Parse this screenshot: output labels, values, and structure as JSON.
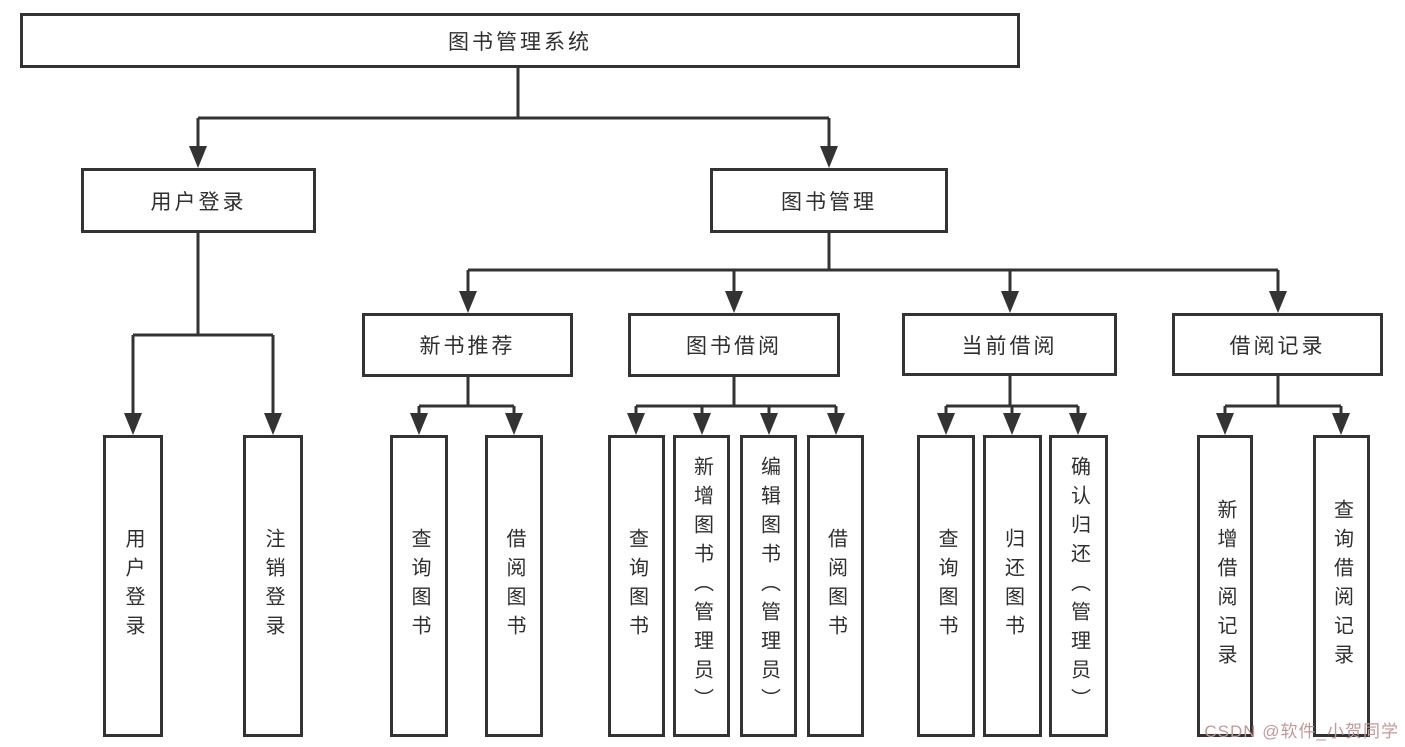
{
  "diagram": {
    "root": "图书管理系统",
    "level1": {
      "user_login": "用户登录",
      "book_mgmt": "图书管理"
    },
    "level2": {
      "new_books": "新书推荐",
      "book_borrow": "图书借阅",
      "current_borrow": "当前借阅",
      "borrow_records": "借阅记录"
    },
    "leaves": {
      "user_login": "用户登录",
      "logout": "注销登录",
      "nb_query": "查询图书",
      "nb_borrow": "借阅图书",
      "bb_query": "查询图书",
      "bb_add": "新增图书（管理员）",
      "bb_edit": "编辑图书（管理员）",
      "bb_borrow": "借阅图书",
      "cb_query": "查询图书",
      "cb_return": "归还图书",
      "cb_confirm": "确认归还（管理员）",
      "rec_add": "新增借阅记录",
      "rec_query": "查询借阅记录"
    },
    "watermark": "CSDN @软件_小贺同学",
    "colors": {
      "line": "#333333",
      "text": "#2f2f2f",
      "watermark": "#c09a9a",
      "background": "#ffffff"
    }
  }
}
